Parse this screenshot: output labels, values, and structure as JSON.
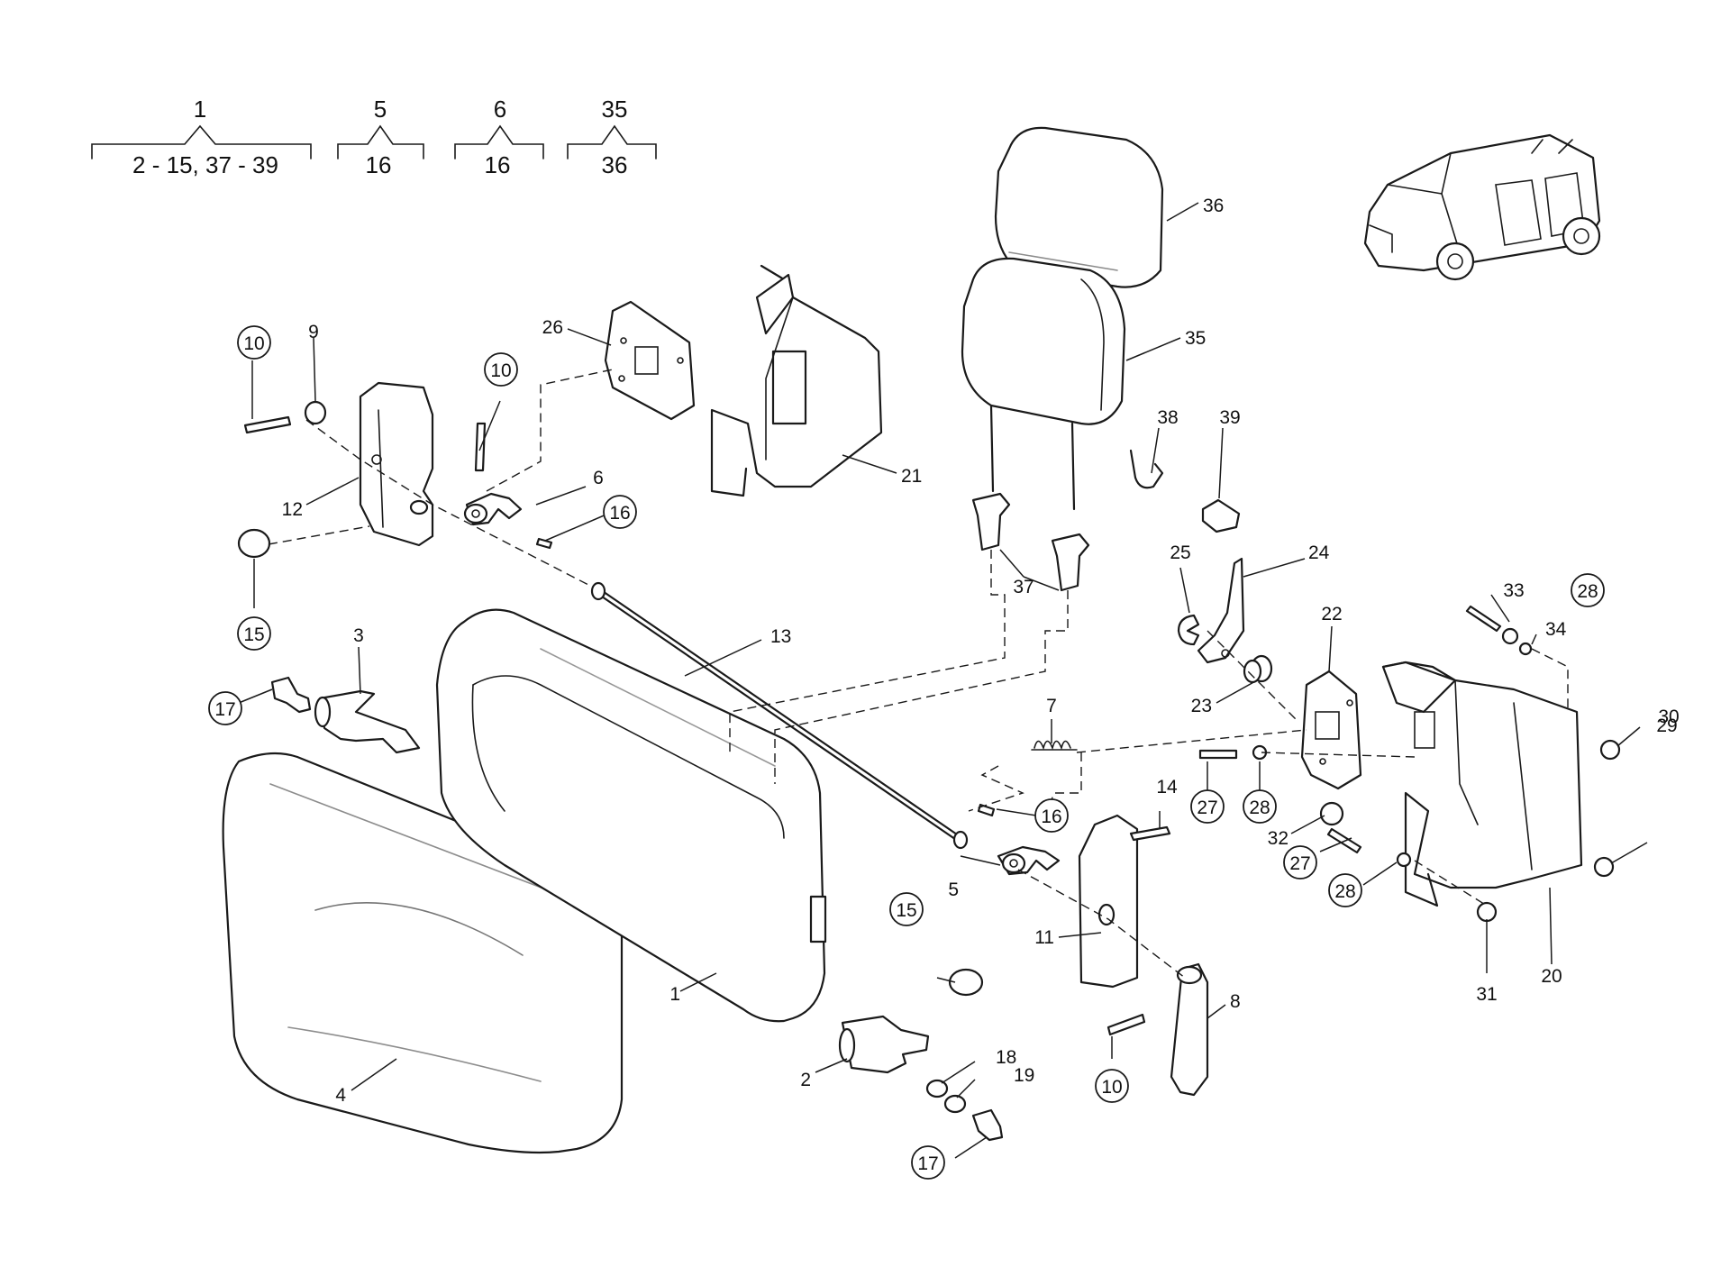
{
  "header_groups": [
    {
      "top": "1",
      "bottom": "2 - 15, 37 - 39"
    },
    {
      "top": "5",
      "bottom": "16"
    },
    {
      "top": "6",
      "bottom": "16"
    },
    {
      "top": "35",
      "bottom": "36"
    }
  ],
  "callouts": {
    "c1": "1",
    "c2": "2",
    "c3": "3",
    "c4": "4",
    "c5": "5",
    "c6": "6",
    "c7": "7",
    "c8": "8",
    "c9": "9",
    "c10a": "10",
    "c10b": "10",
    "c10c": "10",
    "c11": "11",
    "c12": "12",
    "c13": "13",
    "c14": "14",
    "c15a": "15",
    "c15b": "15",
    "c16a": "16",
    "c16b": "16",
    "c17a": "17",
    "c17b": "17",
    "c18": "18",
    "c19": "19",
    "c20": "20",
    "c21": "21",
    "c22": "22",
    "c23": "23",
    "c24": "24",
    "c25": "25",
    "c26": "26",
    "c27a": "27",
    "c27b": "27",
    "c28a": "28",
    "c28b": "28",
    "c28c": "28",
    "c29": "29",
    "c30": "30",
    "c31": "31",
    "c32": "32",
    "c33": "33",
    "c34": "34",
    "c35": "35",
    "c36": "36",
    "c37": "37",
    "c38": "38",
    "c39": "39"
  }
}
